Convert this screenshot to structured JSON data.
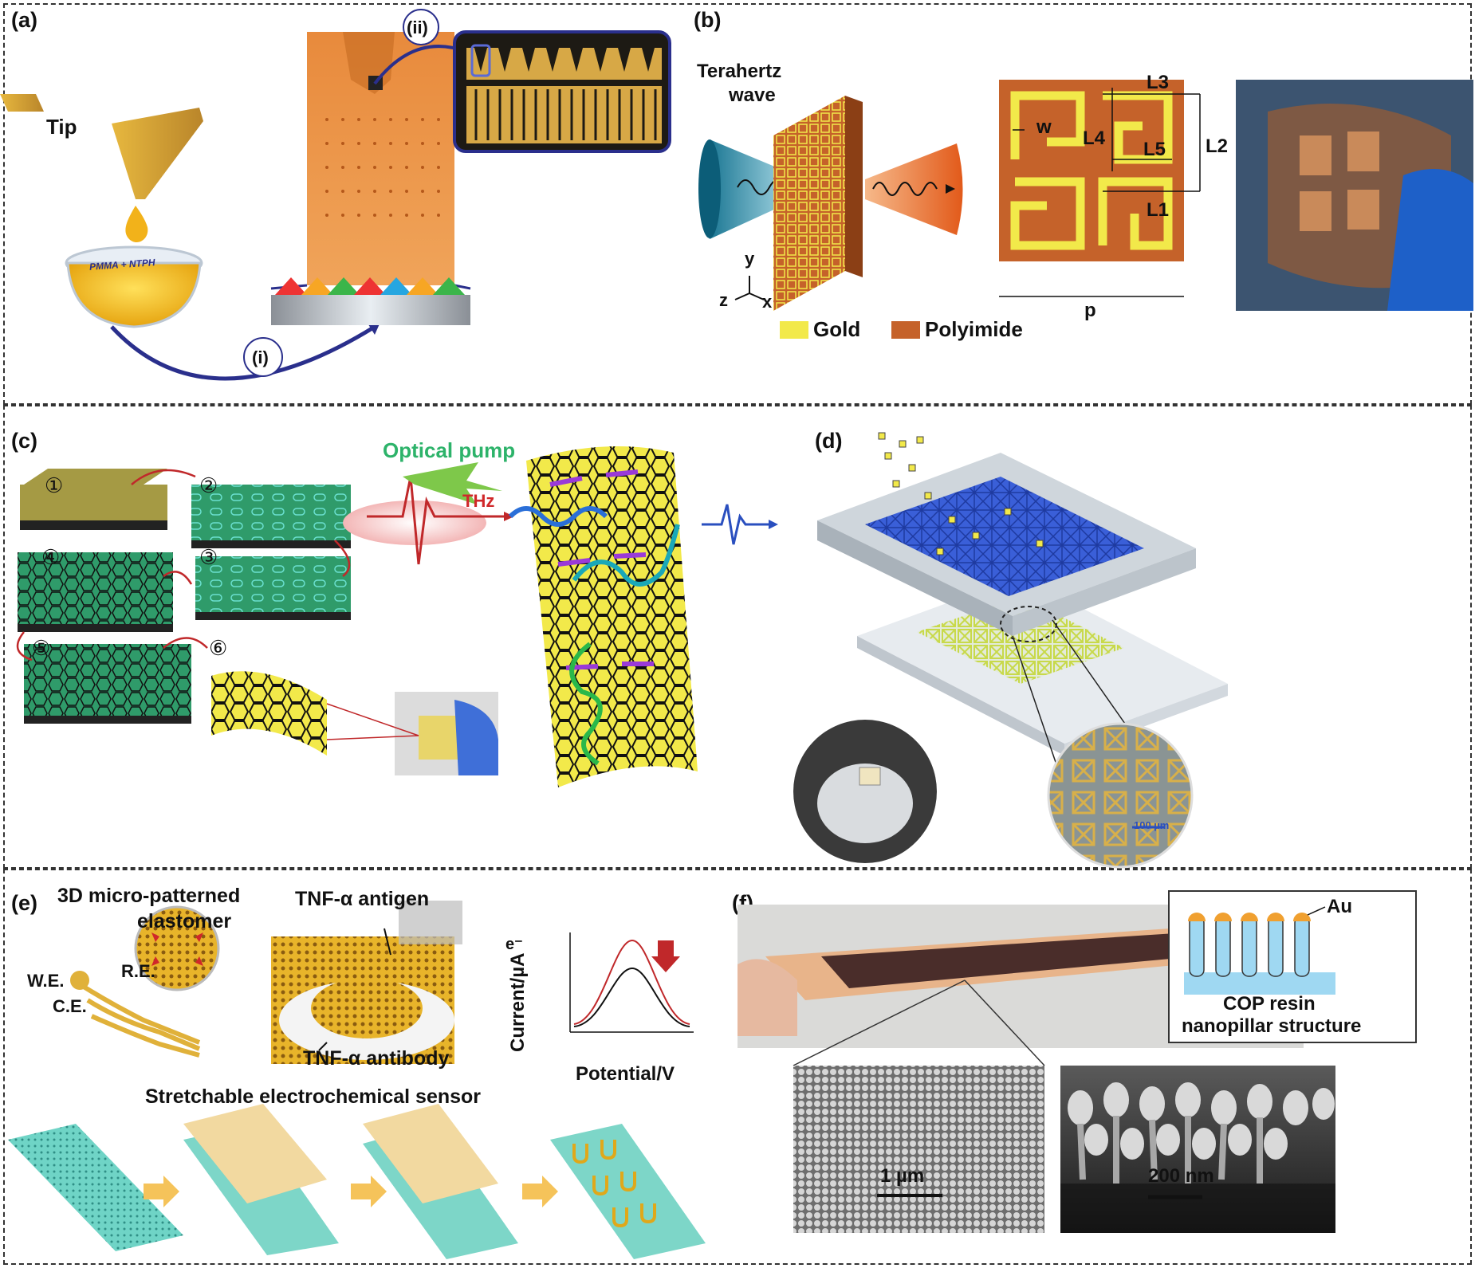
{
  "panels": {
    "a": {
      "label": "(a)",
      "tip": "Tip",
      "bowl": "PMMA + NTPH",
      "step_i": "(i)",
      "step_ii": "(ii)"
    },
    "b": {
      "label": "(b)",
      "wave_line1": "Terahertz",
      "wave_line2": "wave",
      "axis_y": "y",
      "axis_z": "z",
      "axis_x": "x",
      "legend_gold": "Gold",
      "legend_polyimide": "Polyimide",
      "dim_w": "w",
      "dim_L1": "L1",
      "dim_L2": "L2",
      "dim_L3": "L3",
      "dim_L4": "L4",
      "dim_L5": "L5",
      "dim_p": "p"
    },
    "c": {
      "label": "(c)",
      "steps": [
        "①",
        "②",
        "③",
        "④",
        "⑤",
        "⑥"
      ],
      "optical_pump": "Optical pump",
      "thz": "THz"
    },
    "d": {
      "label": "(d)",
      "scale": "100 µm"
    },
    "e": {
      "label": "(e)",
      "title_line1": "3D micro-patterned",
      "title_line2": "elastomer",
      "we": "W.E.",
      "re": "R.E.",
      "ce": "C.E.",
      "antigen": "TNF-α antigen",
      "antibody": "TNF-α antibody",
      "electron": "e⁻",
      "ylabel": "Current/µA",
      "xlabel": "Potential/V",
      "sensor_title": "Stretchable electrochemical sensor"
    },
    "f": {
      "label": "(f)",
      "au": "Au",
      "cop1": "COP resin",
      "cop2": "nanopillar structure",
      "scale1": "1 µm",
      "scale2": "200 nm"
    }
  },
  "colors": {
    "gold": "#f2e94a",
    "polyimide": "#c5622a",
    "panel_border": "#333333",
    "green_pump": "#2db36a",
    "thz_red": "#d0282a"
  }
}
